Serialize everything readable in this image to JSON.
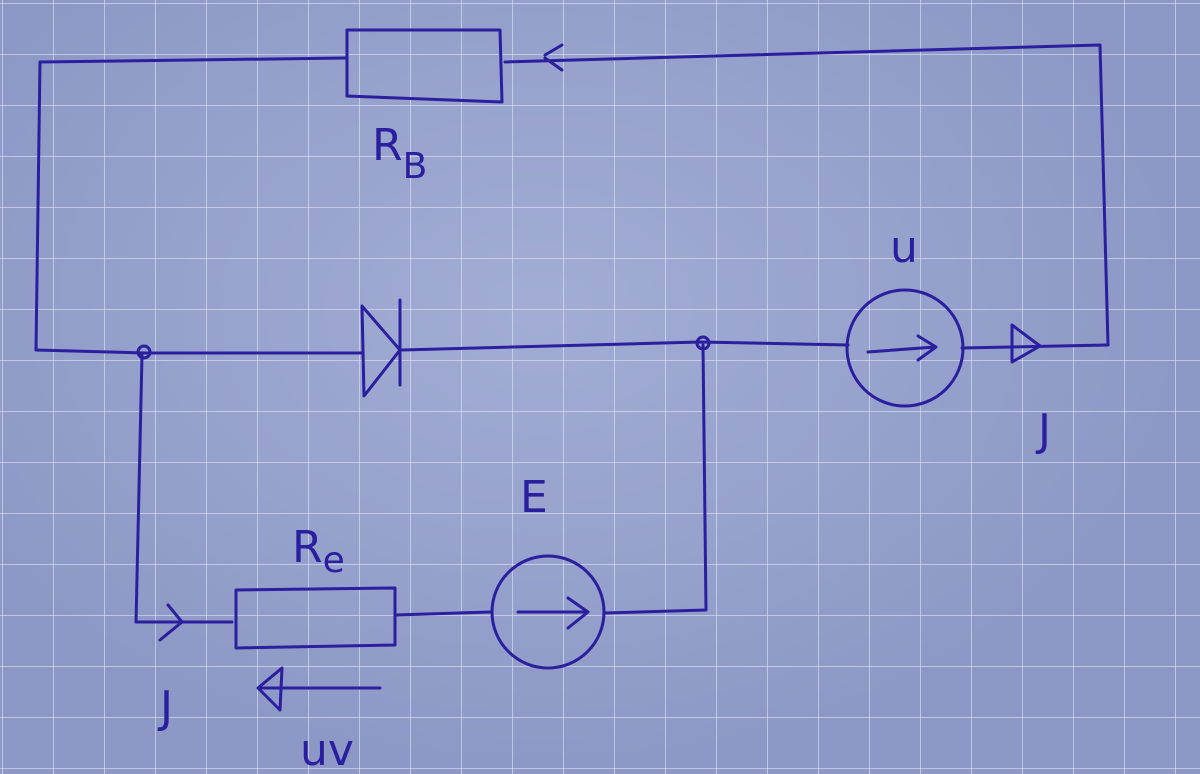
{
  "diagram": {
    "labels": {
      "rb_main": "R",
      "rb_sub": "B",
      "u_source": "u",
      "e_source": "E",
      "re_main": "R",
      "re_sub": "e",
      "i_left": "J",
      "i_right": "J",
      "uv": "uv"
    },
    "colors": {
      "ink": "#2a1f9e",
      "paper": "#8d98c6",
      "grid": "#e6ebfa"
    }
  }
}
